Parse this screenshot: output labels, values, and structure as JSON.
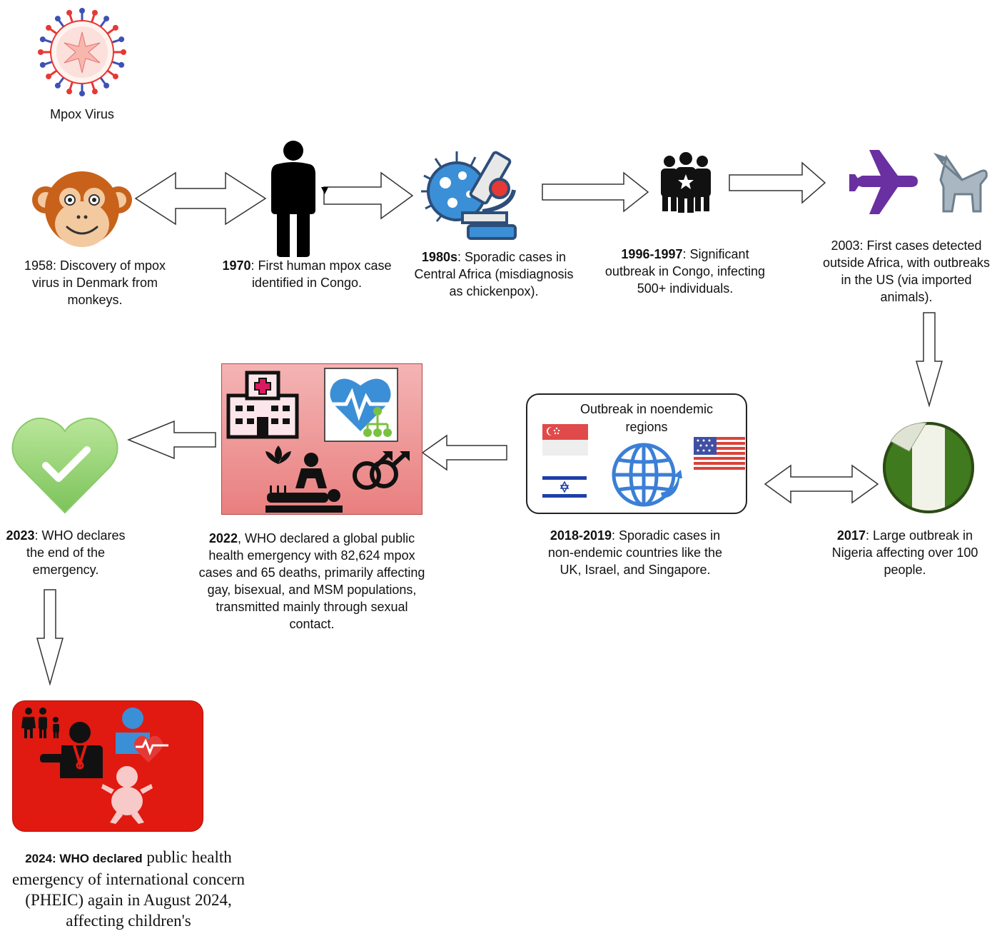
{
  "virus": {
    "label": "Mpox Virus"
  },
  "events": {
    "e1958": {
      "text": "1958: Discovery of mpox virus in Denmark from monkeys."
    },
    "e1970": {
      "year": "1970",
      "text": ": First human mpox case identified in Congo."
    },
    "e1980": {
      "year": "1980s",
      "text": ": Sporadic cases in Central Africa (misdiagnosis as chickenpox)."
    },
    "e1996": {
      "year": "1996-1997",
      "text": ": Significant outbreak in Congo, infecting 500+ individuals."
    },
    "e2003": {
      "text": "2003: First cases detected outside Africa, with outbreaks in the US (via imported animals)."
    },
    "e2017": {
      "year": "2017",
      "text": ": Large outbreak in Nigeria affecting over 100 people."
    },
    "e2018": {
      "year": "2018-2019",
      "text": ": Sporadic cases in non-endemic countries like the UK, Israel, and Singapore."
    },
    "e2022": {
      "year": "2022",
      "text": ", WHO declared a global public health emergency with 82,624 mpox cases and 65 deaths, primarily affecting gay, bisexual, and MSM populations, transmitted mainly through sexual contact."
    },
    "e2023": {
      "year": "2023",
      "text": ": WHO declares the end of the emergency."
    },
    "e2024": {
      "year": "2024: WHO declared",
      "text": " public health emergency of international concern (PHEIC) again in August 2024, affecting children's"
    }
  },
  "outbreak_box": {
    "title": "Outbreak in noendemic regions"
  },
  "colors": {
    "virus_red": "#e53935",
    "virus_blue": "#3f51b5",
    "plane_purple": "#6a2fa0",
    "microscope_blue": "#3b8fd6",
    "heart_green": "#8fd36a",
    "panel_pink": "#ee8c8c",
    "panel_red": "#e01a10"
  }
}
